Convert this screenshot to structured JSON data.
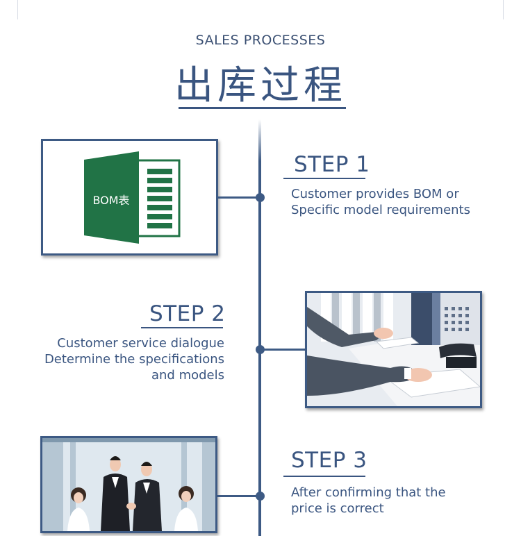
{
  "header": {
    "subtitle": "SALES PROCESSES",
    "title": "出库过程"
  },
  "steps": [
    {
      "label": "STEP 1",
      "description": [
        "Customer provides BOM or",
        "Specific model requirements"
      ],
      "image_caption": "BOM表"
    },
    {
      "label": "STEP 2",
      "description": [
        "Customer service dialogue",
        "Determine the specifications",
        "and models"
      ]
    },
    {
      "label": "STEP 3",
      "description": [
        "After confirming that the",
        "price is correct"
      ]
    }
  ],
  "colors": {
    "primary": "#3a5580",
    "excel_green": "#217346"
  }
}
